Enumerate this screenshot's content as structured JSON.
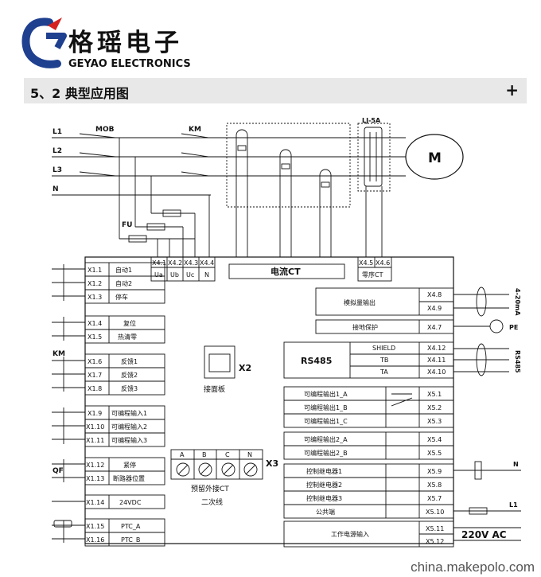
{
  "header": {
    "brand_cn": "格瑶电子",
    "brand_en": "GEYAO ELECTRONICS",
    "section_title": "5、2 典型应用图",
    "expand_label": "+"
  },
  "watermark": "china.makepolo.com",
  "diagram": {
    "lines": [
      "L1",
      "L2",
      "L3",
      "N"
    ],
    "mob": "MOB",
    "km": "KM",
    "fu": "FU",
    "motor": "M",
    "lj": "LJ-5A",
    "voltage_terms": [
      {
        "id": "X4.1",
        "sig": "Ua"
      },
      {
        "id": "X4.2",
        "sig": "Ub"
      },
      {
        "id": "X4.3",
        "sig": "Uc"
      },
      {
        "id": "X4.4",
        "sig": "N"
      }
    ],
    "ct_label": "电流CT",
    "zero_ct": {
      "ids": [
        "X4.5",
        "X4.6"
      ],
      "label": "零序CT"
    },
    "left_terms": [
      {
        "id": "X1.1",
        "label": "自动1"
      },
      {
        "id": "X1.2",
        "label": "自动2"
      },
      {
        "id": "X1.3",
        "label": "停车"
      },
      {
        "id": "X1.4",
        "label": "复位"
      },
      {
        "id": "X1.5",
        "label": "热清零"
      },
      {
        "id": "X1.6",
        "label": "反馈1"
      },
      {
        "id": "X1.7",
        "label": "反馈2"
      },
      {
        "id": "X1.8",
        "label": "反馈3"
      },
      {
        "id": "X1.9",
        "label": "可编程输入1"
      },
      {
        "id": "X1.10",
        "label": "可编程输入2"
      },
      {
        "id": "X1.11",
        "label": "可编程输入3"
      },
      {
        "id": "X1.12",
        "label": "紧停"
      },
      {
        "id": "X1.13",
        "label": "断路器位置"
      },
      {
        "id": "X1.14",
        "label": "24VDC"
      },
      {
        "id": "X1.15",
        "label": "PTC_A"
      },
      {
        "id": "X1.16",
        "label": "PTC_B"
      }
    ],
    "left_km": "KM",
    "left_qf": "QF",
    "analog": {
      "label": "模拟量输出",
      "ids": [
        "X4.8",
        "X4.9"
      ],
      "out": "4-20mA"
    },
    "ground": {
      "label": "接地保护",
      "id": "X4.7",
      "pe": "PE"
    },
    "rs485": {
      "label": "RS485",
      "rows": [
        {
          "sig": "SHIELD",
          "id": "X4.12"
        },
        {
          "sig": "TB",
          "id": "X4.11"
        },
        {
          "sig": "TA",
          "id": "X4.10"
        }
      ],
      "out": "RS485"
    },
    "x2": {
      "id": "X2",
      "label": "接面板"
    },
    "po1": [
      {
        "label": "可编程输出1_A",
        "id": "X5.1"
      },
      {
        "label": "可编程输出1_B",
        "id": "X5.2"
      },
      {
        "label": "可编程输出1_C",
        "id": "X5.3"
      }
    ],
    "po2": [
      {
        "label": "可编程输出2_A",
        "id": "X5.4"
      },
      {
        "label": "可编程输出2_B",
        "id": "X5.5"
      }
    ],
    "relays": [
      {
        "label": "控制继电器1",
        "id": "X5.9"
      },
      {
        "label": "控制继电器2",
        "id": "X5.8"
      },
      {
        "label": "控制继电器3",
        "id": "X5.7"
      },
      {
        "label": "公共端",
        "id": "X5.10"
      }
    ],
    "relay_n": "N",
    "relay_l1": "L1",
    "power": {
      "label": "工作电源输入",
      "ids": [
        "X5.11",
        "X5.12"
      ],
      "voltage": "220V  AC"
    },
    "x3": {
      "id": "X3",
      "terms": [
        "A",
        "B",
        "C",
        "N"
      ],
      "label1": "预留外接CT",
      "label2": "二次线"
    }
  }
}
